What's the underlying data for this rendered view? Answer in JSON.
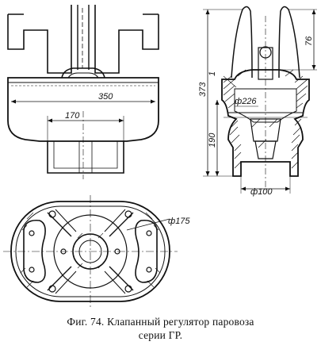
{
  "figure": {
    "caption_line1": "Фиг. 74. Клапанный регулятор паровоза",
    "caption_line2": "серии ГР.",
    "dimensions": {
      "width_350": "350",
      "width_170": "170",
      "height_373": "373",
      "height_190": "190",
      "height_76": "76",
      "mark_1": "1",
      "diam_226": "ф226",
      "diam_100": "ф100",
      "diam_175": "ф175"
    }
  }
}
